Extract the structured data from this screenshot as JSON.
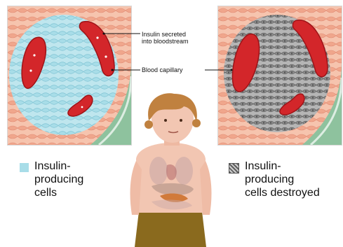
{
  "labels": {
    "insulin_secreted": "Insulin secreted\ninto bloodstream",
    "blood_capillary": "Blood capillary"
  },
  "legend": {
    "healthy": {
      "text": "Insulin-\nproducing\ncells",
      "color": "#a8dde8",
      "icon": "light-blue-square-icon"
    },
    "destroyed": {
      "text": "Insulin-\nproducing\ncells destroyed",
      "color": "#8c8c8c",
      "icon": "hatched-gray-square-icon"
    }
  },
  "colors": {
    "tissue": "#f3b5a0",
    "islet_healthy": "#a8dde8",
    "islet_destroyed": "#9a9a9a",
    "capillary": "#d3262a",
    "vessel_wall": "#8ec29e"
  }
}
